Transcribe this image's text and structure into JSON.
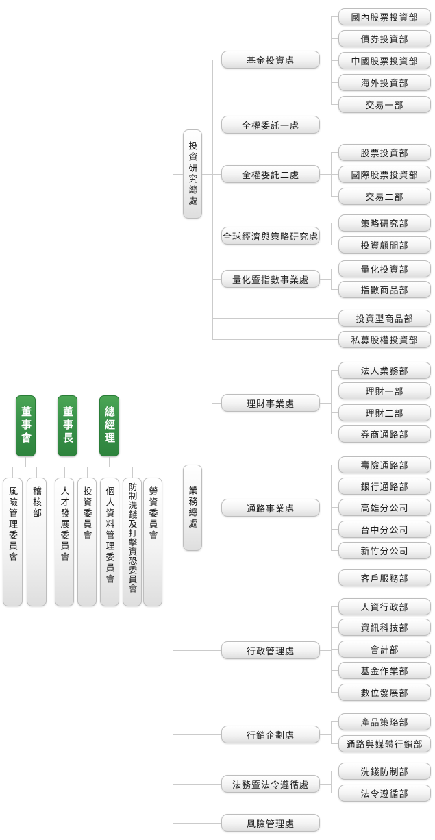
{
  "governance": {
    "board": {
      "label": "董事會",
      "units": [
        "風險管理委員會",
        "稽核部"
      ]
    },
    "chairman": {
      "label": "董事長"
    },
    "president": {
      "label": "總經理",
      "units": [
        "人才發展委員會",
        "投資委員會",
        "個人資料管理委員會",
        "防制洗錢及打擊資恐委員會",
        "勞資委員會"
      ]
    }
  },
  "divisions": {
    "investment_research": {
      "label": "投資研究總處",
      "offices": [
        {
          "label": "基金投資處",
          "departments": [
            "國內股票投資部",
            "債券投資部",
            "中國股票投資部",
            "海外投資部",
            "交易一部"
          ]
        },
        {
          "label": "全權委託一處",
          "departments": []
        },
        {
          "label": "全權委託二處",
          "departments": [
            "股票投資部",
            "國際股票投資部",
            "交易二部"
          ]
        },
        {
          "label": "全球經濟與策略研究處",
          "departments": [
            "策略研究部",
            "投資顧問部"
          ]
        },
        {
          "label": "量化暨指數事業處",
          "departments": [
            "量化投資部",
            "指數商品部"
          ]
        }
      ],
      "direct_departments": [
        "投資型商品部",
        "私募股權投資部"
      ]
    },
    "business": {
      "label": "業務總處",
      "offices": [
        {
          "label": "理財事業處",
          "departments": [
            "法人業務部",
            "理財一部",
            "理財二部",
            "券商通路部"
          ]
        },
        {
          "label": "通路事業處",
          "departments": [
            "壽險通路部",
            "銀行通路部",
            "高雄分公司",
            "台中分公司",
            "新竹分公司"
          ]
        }
      ],
      "direct_departments": [
        "客戶服務部"
      ]
    }
  },
  "staff_offices": [
    {
      "label": "行政管理處",
      "departments": [
        "人資行政部",
        "資訊科技部",
        "會計部",
        "基金作業部",
        "數位發展部"
      ]
    },
    {
      "label": "行銷企劃處",
      "departments": [
        "產品策略部",
        "通路與媒體行銷部"
      ]
    },
    {
      "label": "法務暨法令遵循處",
      "departments": [
        "洗錢防制部",
        "法令遵循部"
      ]
    },
    {
      "label": "風險管理處",
      "departments": []
    }
  ],
  "colors": {
    "executive_green": "#39914a",
    "node_gray_top": "#ffffff",
    "node_gray_bottom": "#dedede",
    "connector_line": "#cbcbcb",
    "box_border": "#bdbdbd"
  }
}
